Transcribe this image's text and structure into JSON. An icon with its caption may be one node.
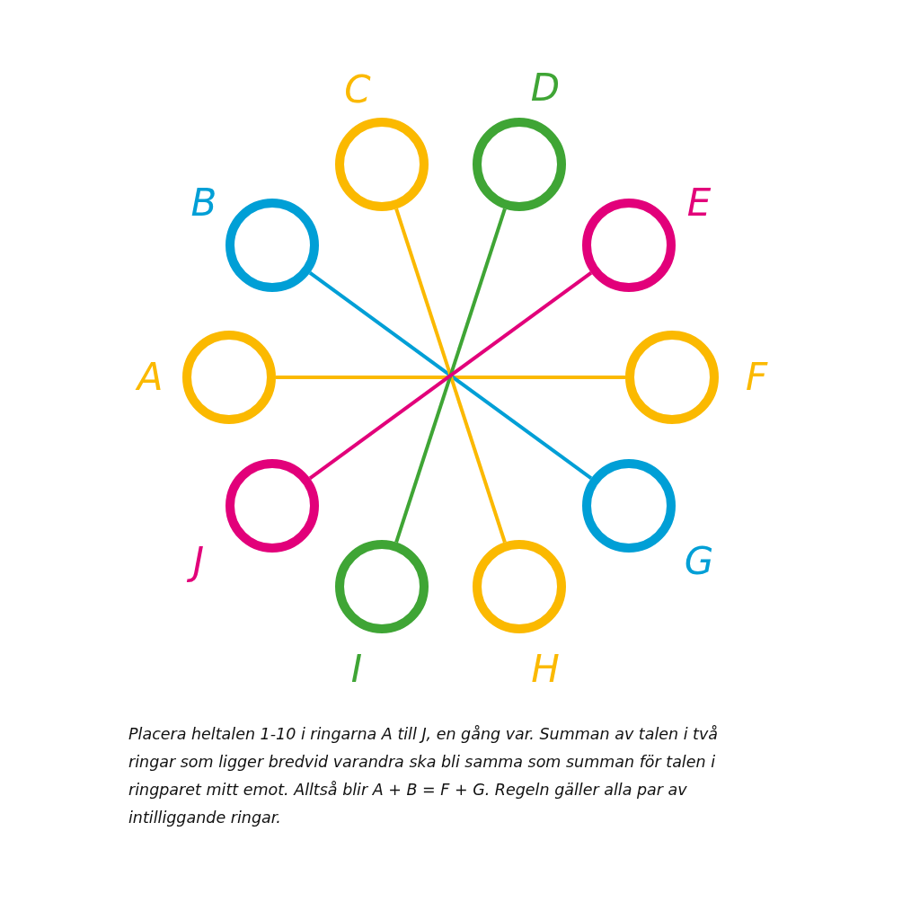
{
  "diagram": {
    "caption": "Placera heltalen 1-10 i ringarna A till J, en gång var. Summan av talen i två ringar som ligger bredvid varandra ska bli samma som summan för talen i ringparet mitt emot. Alltså blir A + B = F + G. Regeln gäller alla par av intilliggande ringar.",
    "nodes": [
      {
        "text": [
          "A"
        ]
      },
      {
        "text": [
          "B"
        ]
      },
      {
        "text": [
          "C"
        ]
      },
      {
        "text": [
          "D"
        ]
      },
      {
        "text": [
          "E"
        ]
      },
      {
        "text": [
          "F"
        ]
      },
      {
        "text": [
          "G"
        ]
      },
      {
        "text": [
          "H"
        ]
      },
      {
        "text": [
          "I"
        ]
      },
      {
        "text": [
          "J"
        ]
      }
    ],
    "edges": [
      {
        "from": 0,
        "to": 5,
        "arrow": "none"
      },
      {
        "from": 1,
        "to": 6,
        "arrow": "none",
        "color": "#009fd6"
      },
      {
        "from": 2,
        "to": 7,
        "arrow": "none"
      },
      {
        "from": 3,
        "to": 8,
        "arrow": "none",
        "color": "#3fa535"
      },
      {
        "from": 4,
        "to": 9,
        "arrow": "none",
        "color": "#e2007a"
      }
    ]
  }
}
